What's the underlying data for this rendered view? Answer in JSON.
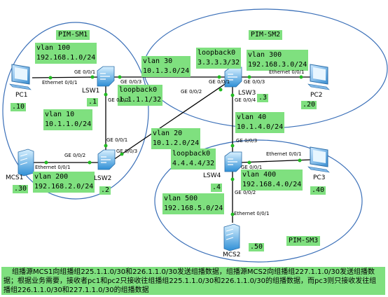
{
  "domains": {
    "sm1": "PIM-SM1",
    "sm2": "PIM-SM2",
    "sm3": "PIM-SM3"
  },
  "devices": {
    "pc1": {
      "name": "PC1",
      "host": ".10"
    },
    "pc2": {
      "name": "PC2",
      "host": ".20"
    },
    "pc3": {
      "name": "PC3",
      "host": ".40"
    },
    "mcs1": {
      "name": "MCS1",
      "host": ".30"
    },
    "mcs2": {
      "name": "MCS2",
      "host": ".50"
    },
    "lsw1": {
      "name": "LSW1",
      "host": ".1"
    },
    "lsw2": {
      "name": "LSW2",
      "host": ".2"
    },
    "lsw3": {
      "name": "LSW3",
      "host": ".3"
    },
    "lsw4": {
      "name": "LSW4",
      "host": ".4"
    }
  },
  "vlans": {
    "v100": {
      "name": "vlan 100",
      "net": "192.168.1.0/24"
    },
    "v30": {
      "name": "vlan 30",
      "net": "10.1.3.0/24"
    },
    "lo1": {
      "name": "loopback0",
      "net": "1.1.1.1/32"
    },
    "lo3": {
      "name": "loopback0",
      "net": "3.3.3.3/32"
    },
    "v300": {
      "name": "vlan 300",
      "net": "192.168.3.0/24"
    },
    "v10": {
      "name": "vlan 10",
      "net": "10.1.1.0/24"
    },
    "v40": {
      "name": "vlan 40",
      "net": "10.1.4.0/24"
    },
    "v20": {
      "name": "vlan 20",
      "net": "10.1.2.0/24"
    },
    "lo4": {
      "name": "loopback0",
      "net": "4.4.4.4/32"
    },
    "v200": {
      "name": "vlan 200",
      "net": "192.168.2.0/24"
    },
    "v400": {
      "name": "vlan 400",
      "net": "192.168.4.0/24"
    },
    "v500": {
      "name": "vlan 500",
      "net": "192.168.5.0/24"
    }
  },
  "ports": {
    "pc1_eth": "Ethernet 0/0/1",
    "lsw1_g1": "GE 0/0/1",
    "lsw1_g3": "GE 0/0/3",
    "lsw1_g2": "GE 0/0/2",
    "lsw3_g1": "GE 0/0/1",
    "lsw3_g3": "GE 0/0/3",
    "pc2_eth": "Ethernet 0/0/1",
    "lsw3_g2": "GE 0/0/2",
    "lsw3_g4": "GE 0/0/4",
    "lsw2_g1": "GE 0/0/1",
    "lsw2_g2": "GE 0/0/2",
    "lsw2_g3": "GE 0/0/3",
    "mcs1_eth": "Ethernet 0/0/1",
    "lsw4_g3": "GE 0/0/3",
    "lsw4_g1": "GE 0/0/1",
    "pc3_eth": "Ethernet 0/0/1",
    "lsw4_g2": "GE 0/0/2",
    "mcs2_eth": "Ethernet 0/0/1"
  },
  "caption": "组播源MCS1向组播组225.1.1.0/30和226.1.1.0/30发送组播数据，组播源MCS2向组播组227.1.1.0/30发送组播数据；根据业务需要，接收者pc1和pc2只接收往组播组225.1.1.0/30和226.1.1.0/30的组播数据，而pc3则只接收发往组播组226.1.1.0/30和227.1.1.0/30的组播数据",
  "colors": {
    "label_bg": "#7fe07f",
    "domain_ring": "#3a6fb8",
    "link": "#000000",
    "link_dot": "#22bb22"
  }
}
